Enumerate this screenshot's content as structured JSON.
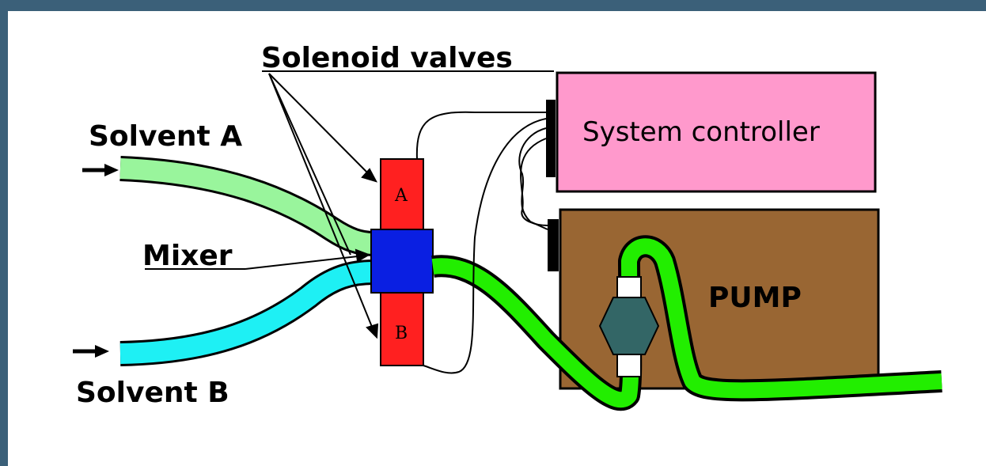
{
  "labels": {
    "solenoid_valves": "Solenoid valves",
    "solvent_a": "Solvent A",
    "solvent_b": "Solvent B",
    "mixer": "Mixer",
    "system_controller": "System controller",
    "pump": "PUMP",
    "valve_a": "A",
    "valve_b": "B"
  },
  "colors": {
    "frame": "#3b6079",
    "solvent_a_tube": "#99f59c",
    "solvent_b_tube": "#1ef0f4",
    "outlet_tube": "#22ee00",
    "valve": "#ff2020",
    "mixer": "#0a1fe2",
    "controller": "#ff99cc",
    "pump": "#996633",
    "pump_head": "#336666",
    "connector": "#000000"
  }
}
